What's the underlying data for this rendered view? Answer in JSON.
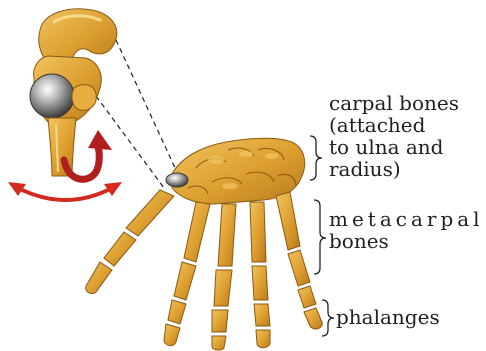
{
  "labels": {
    "carpal_bones": [
      "carpal bones",
      "(attached",
      "to ulna and",
      "radius)"
    ],
    "metacarpal_bones": [
      "metacarpal",
      "bones"
    ],
    "phalanges": "phalanges"
  },
  "colors": {
    "bone_fill": "#e0a534",
    "bone_stroke": "#8a5a12",
    "bone_highlight": "#f3c764",
    "joint_ball": "#8f8f8f",
    "arrow_red": "#d42a1e",
    "arrow_dark_red": "#b01e1e",
    "brace_and_guides": "#231f20"
  },
  "icons": {
    "joint_rotation": "curved-double-arrow-icon",
    "joint_lift": "curved-up-arrow-icon"
  }
}
